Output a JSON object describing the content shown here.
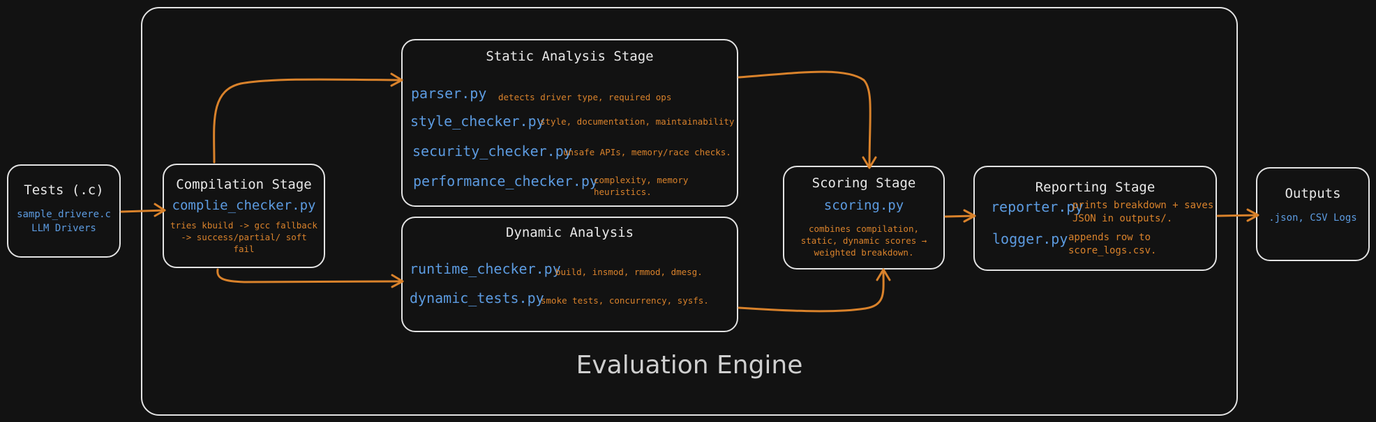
{
  "tests": {
    "title": "Tests (.c)",
    "line1": "sample_drivere.c",
    "line2": "LLM Drivers"
  },
  "engine": {
    "title": "Evaluation Engine"
  },
  "compilation": {
    "title": "Compilation Stage",
    "file": "complie_checker.py",
    "desc": "tries kbuild -> gcc fallback -> success/partial/ soft fail"
  },
  "static": {
    "title": "Static Analysis Stage",
    "items": [
      {
        "file": "parser.py",
        "desc": "detects driver type, required ops"
      },
      {
        "file": "style_checker.py",
        "desc": "style, documentation, maintainability"
      },
      {
        "file": "security_checker.py",
        "desc": "unsafe APIs, memory/race checks."
      },
      {
        "file": "performance_checker.py",
        "desc": "complexity, memory heuristics."
      }
    ]
  },
  "dynamic": {
    "title": "Dynamic Analysis",
    "items": [
      {
        "file": "runtime_checker.py",
        "desc": "build, insmod, rmmod, dmesg."
      },
      {
        "file": "dynamic_tests.py",
        "desc": "smoke tests, concurrency, sysfs."
      }
    ]
  },
  "scoring": {
    "title": "Scoring Stage",
    "file": "scoring.py",
    "desc": "combines compilation, static, dynamic scores → weighted breakdown."
  },
  "reporting": {
    "title": "Reporting Stage",
    "items": [
      {
        "file": "reporter.py",
        "desc": "prints breakdown + saves JSON in outputs/."
      },
      {
        "file": "logger.py",
        "desc": "appends row to score_logs.csv."
      }
    ]
  },
  "outputs": {
    "title": "Outputs",
    "text": ".json, CSV Logs"
  },
  "colors": {
    "background": "#121212",
    "border": "#e3e3e3",
    "file": "#5c9be0",
    "desc": "#d9822b",
    "arrow": "#d9822b"
  }
}
